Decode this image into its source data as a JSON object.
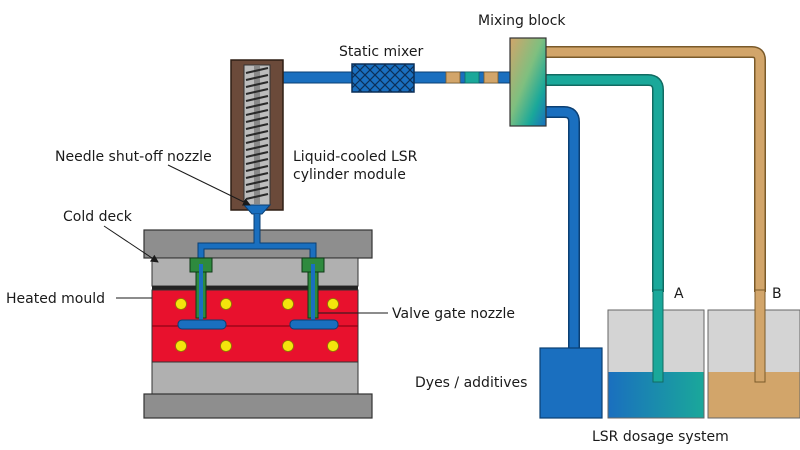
{
  "labels": {
    "mixing_block": "Mixing block",
    "static_mixer": "Static mixer",
    "needle_shutoff_nozzle": "Needle shut-off nozzle",
    "cylinder_module_line1": "Liquid-cooled LSR",
    "cylinder_module_line2": "cylinder module",
    "cold_deck": "Cold deck",
    "heated_mould": "Heated mould",
    "valve_gate_nozzle": "Valve gate nozzle",
    "dyes_additives": "Dyes / additives",
    "component_a": "A",
    "component_b": "B",
    "dosage_system": "LSR dosage system"
  },
  "colors": {
    "blue_line": "#1a6fbf",
    "teal_line": "#1aa89a",
    "tan_line": "#d2a56a",
    "cylinder_brown": "#6b4a3a",
    "mould_red": "#e8112d",
    "heater_yellow": "#f4e40c",
    "plate_gray": "#a9a9a9",
    "cold_deck_gray": "#8e8e8e",
    "nozzle_green": "#2e8a3e",
    "tank_gray": "#d4d4d4"
  }
}
